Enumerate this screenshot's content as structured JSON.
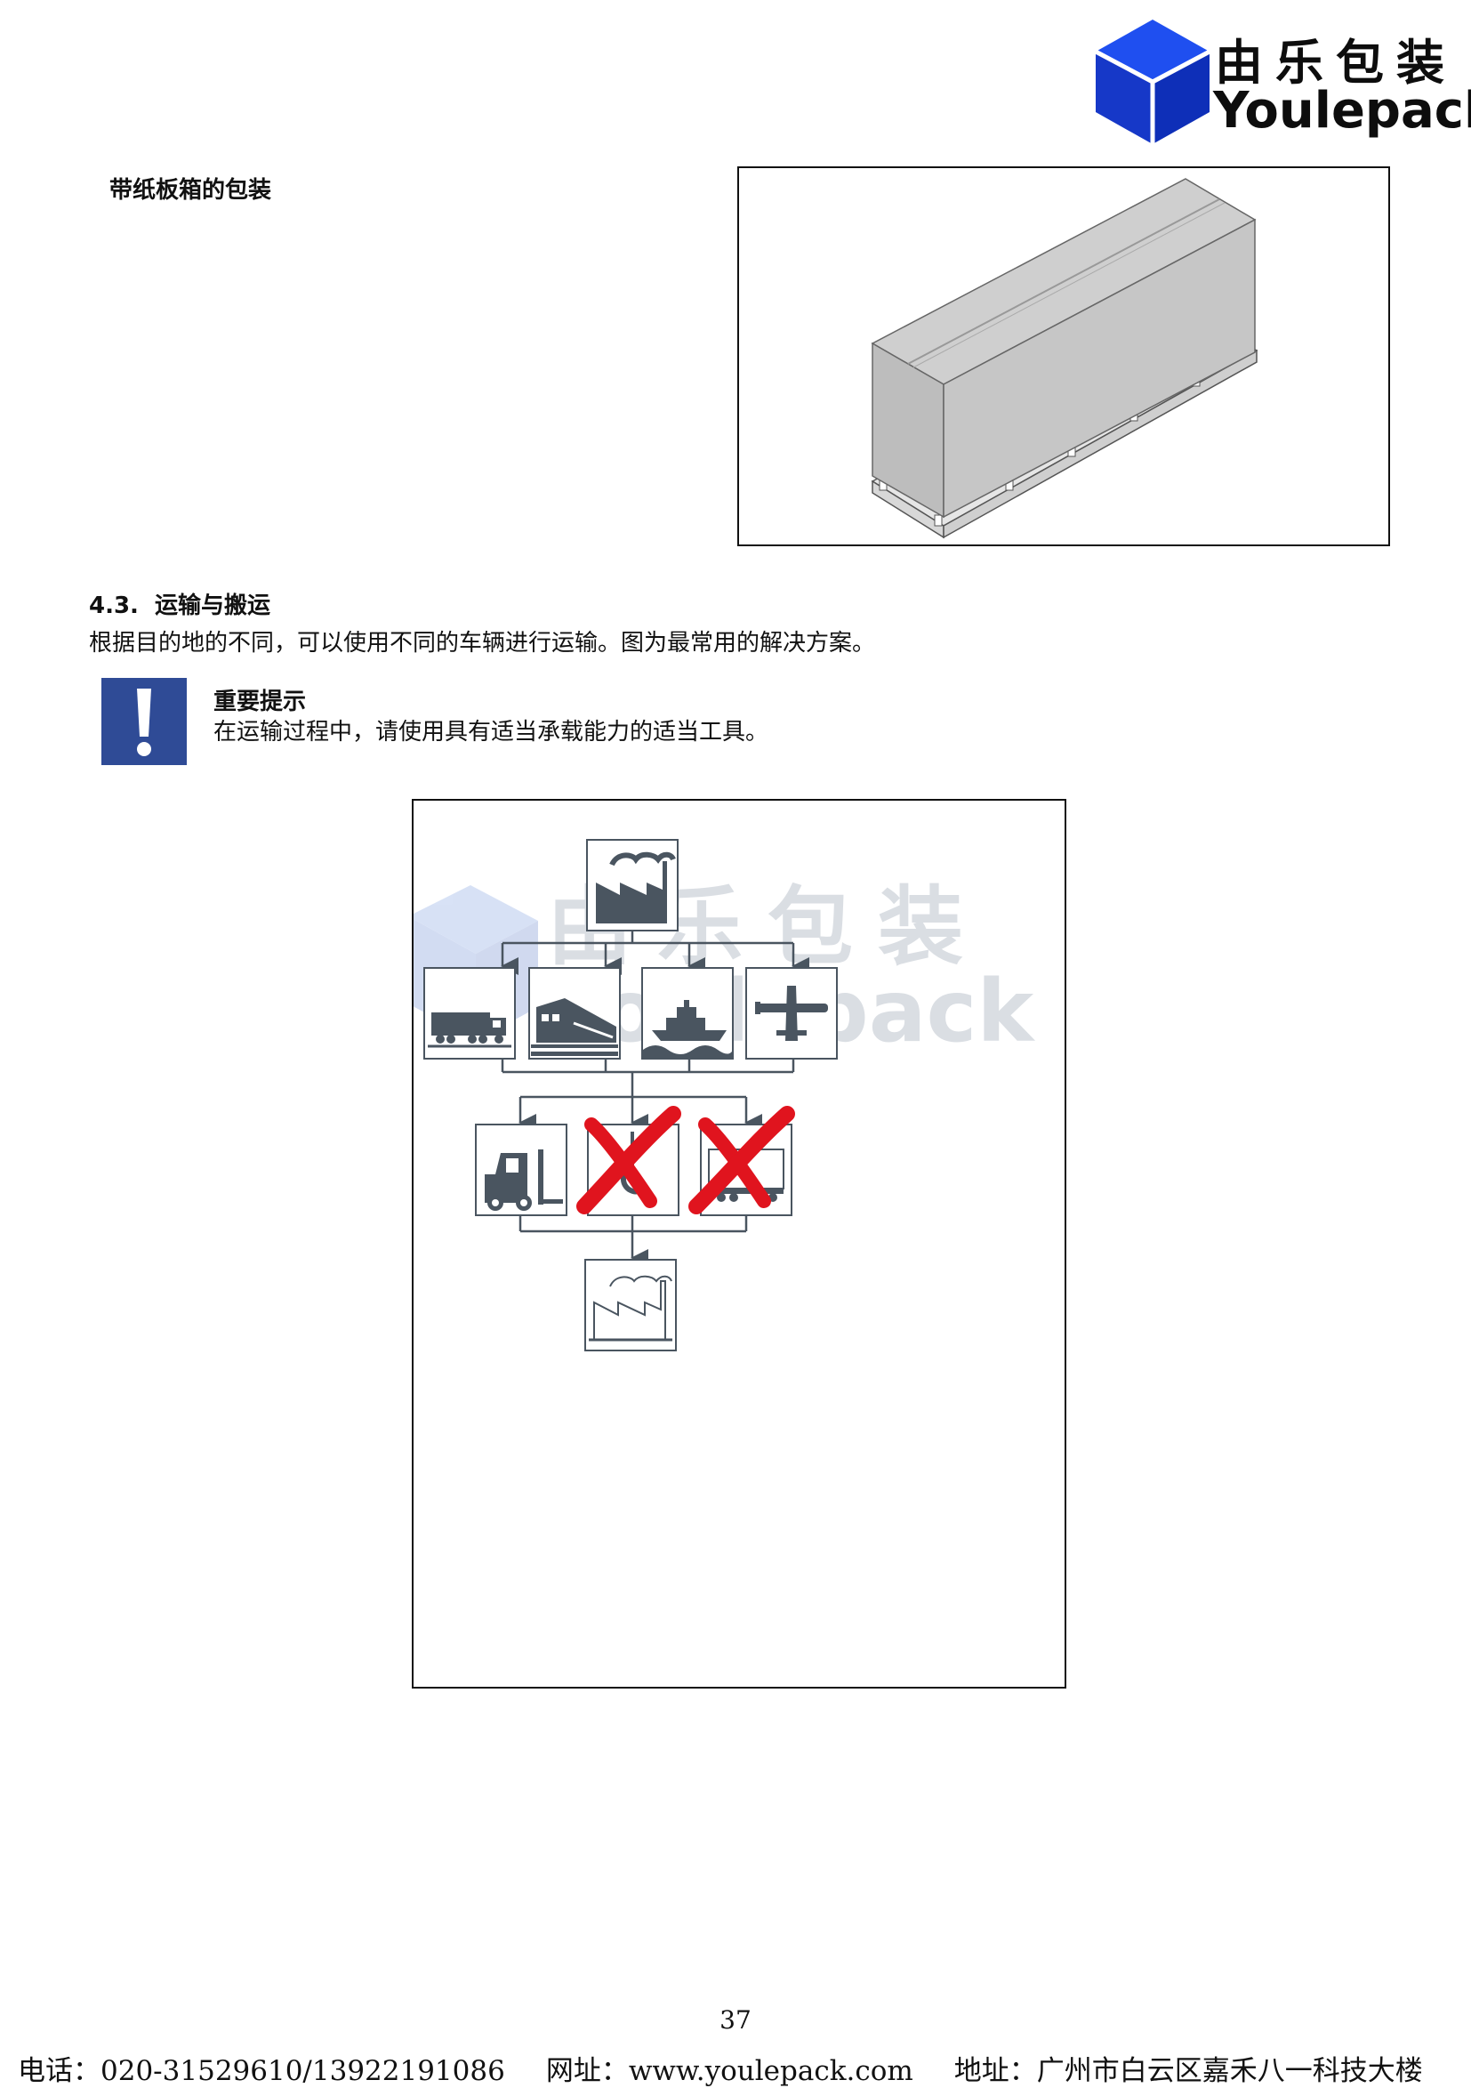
{
  "logo": {
    "cn": "由乐包装",
    "en": "Youlepack",
    "color": "#1a3fd6"
  },
  "crate": {
    "caption": "带纸板箱的包装"
  },
  "section": {
    "number": "4.3.",
    "title": "运输与搬运",
    "intro": "根据目的地的不同，可以使用不同的车辆进行运输。图为最常用的解决方案。"
  },
  "notice": {
    "title": "重要提示",
    "text": "在运输过程中，请使用具有适当承载能力的适当工具。",
    "icon": "exclamation-icon",
    "color": "#2f4b96"
  },
  "flow": {
    "watermark_cn": "由乐包装",
    "watermark_en": "Youlepack",
    "icons": [
      "factory-icon",
      "truck-icon",
      "train-icon",
      "ship-icon",
      "airplane-icon",
      "forklift-icon",
      "crane-hook-icon",
      "rail-wagon-icon",
      "factory-destination-icon"
    ],
    "forbidden": [
      "crane-hook-icon",
      "rail-wagon-icon"
    ],
    "icon_color": "#4a5560",
    "cross_color": "#e0141e"
  },
  "page_number": "37",
  "footer": {
    "phone": "电话：020-31529610/13922191086",
    "website": "网址：www.youlepack.com",
    "address": "地址：广州市白云区嘉禾八一科技大楼"
  }
}
